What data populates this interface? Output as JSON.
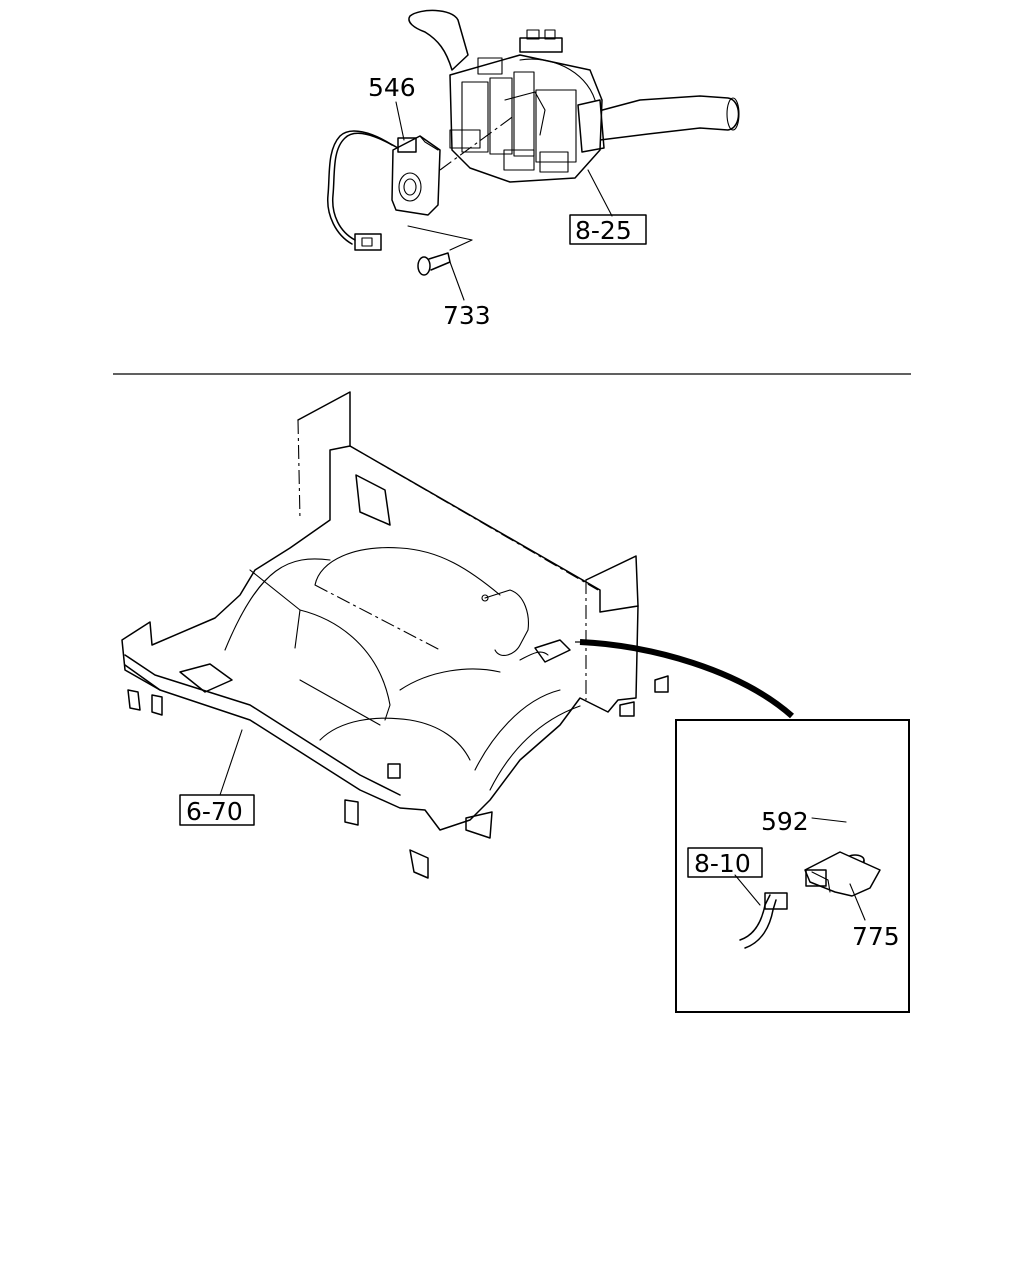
{
  "callouts": {
    "part_546": "546",
    "ref_8_25": "8-25",
    "part_733": "733",
    "ref_6_70": "6-70",
    "part_592": "592",
    "ref_8_10": "8-10",
    "part_775": "775"
  }
}
